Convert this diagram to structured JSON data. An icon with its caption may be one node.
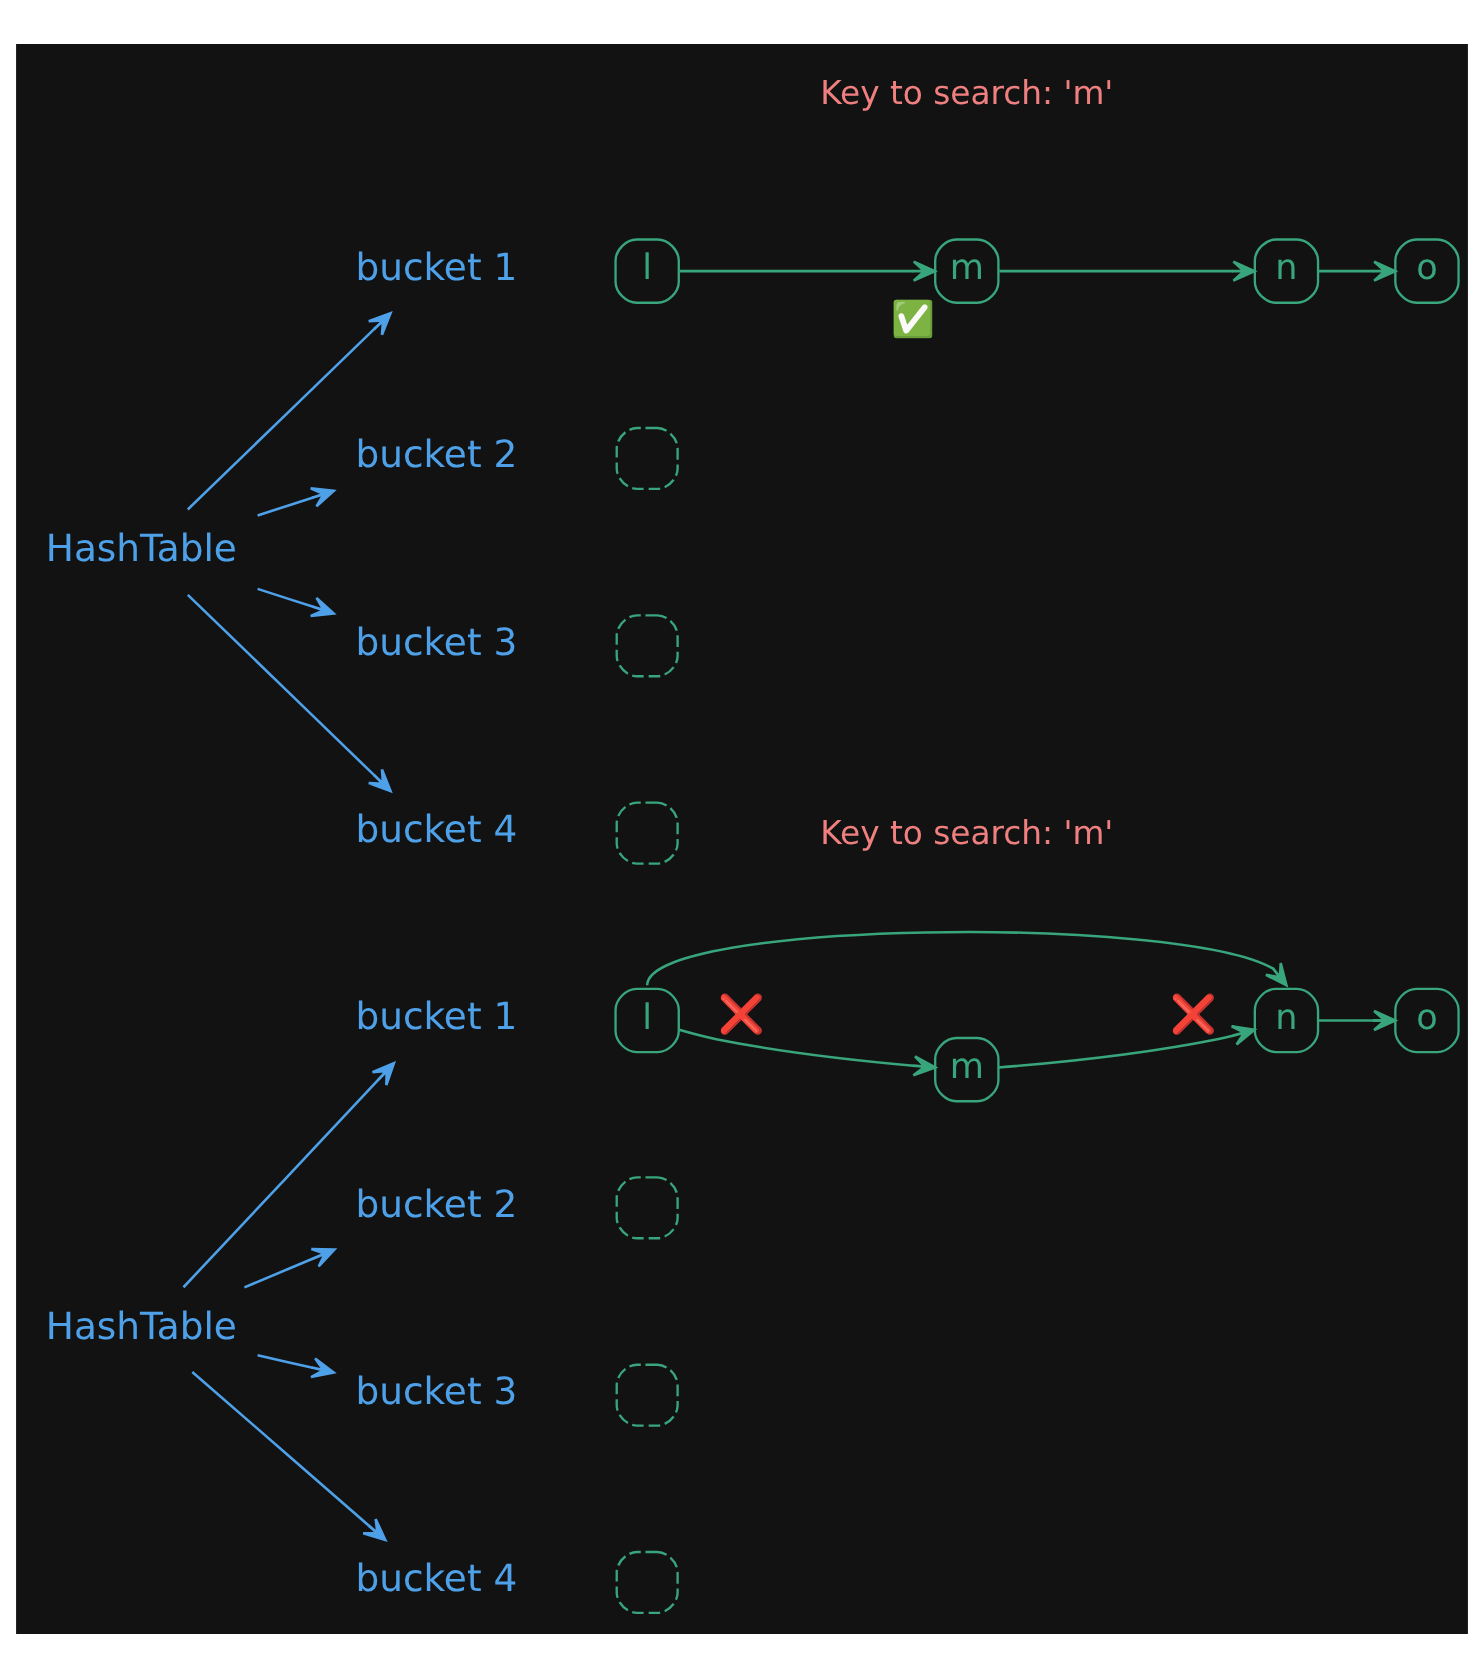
{
  "diagram": {
    "nodes": [
      {
        "text": [
          "HashTable"
        ]
      },
      {
        "text": [
          "bucket 1"
        ]
      },
      {
        "text": [
          "bucket 2"
        ]
      },
      {
        "text": [
          "bucket 3"
        ]
      },
      {
        "text": [
          "bucket 4"
        ]
      },
      {
        "text": [
          "l"
        ]
      },
      {
        "text": [
          "m"
        ],
        "beside": [
          "✅"
        ]
      },
      {
        "text": [
          "n"
        ]
      },
      {
        "text": [
          "o"
        ]
      },
      {
        "text": [],
        "shape": "box"
      },
      {
        "text": [],
        "shape": "box"
      },
      {
        "text": [],
        "shape": "box"
      },
      {
        "text": [
          "HashTable"
        ]
      },
      {
        "text": [
          "bucket 1"
        ]
      },
      {
        "text": [
          "bucket 2"
        ]
      },
      {
        "text": [
          "bucket 3"
        ]
      },
      {
        "text": [
          "bucket 4"
        ]
      },
      {
        "text": [
          "l"
        ]
      },
      {
        "text": [
          "m"
        ]
      },
      {
        "text": [
          "n"
        ]
      },
      {
        "text": [
          "o"
        ]
      },
      {
        "text": [],
        "shape": "box"
      },
      {
        "text": [],
        "shape": "box"
      },
      {
        "text": [],
        "shape": "box"
      }
    ],
    "edges": [
      {
        "from": 0,
        "to": 1,
        "arrow": "to",
        "color": "#4ea1e8"
      },
      {
        "from": 0,
        "to": 2,
        "arrow": "to",
        "color": "#4ea1e8"
      },
      {
        "from": 0,
        "to": 3,
        "arrow": "to",
        "color": "#4ea1e8"
      },
      {
        "from": 0,
        "to": 4,
        "arrow": "to",
        "color": "#4ea1e8"
      },
      {
        "from": 5,
        "to": 6,
        "arrow": "to",
        "color": "#38a57c"
      },
      {
        "from": 6,
        "to": 7,
        "arrow": "to",
        "color": "#38a57c"
      },
      {
        "from": 7,
        "to": 8,
        "arrow": "to",
        "color": "#38a57c"
      },
      {
        "from": 12,
        "to": 13,
        "arrow": "to",
        "color": "#4ea1e8"
      },
      {
        "from": 12,
        "to": 14,
        "arrow": "to",
        "color": "#4ea1e8"
      },
      {
        "from": 12,
        "to": 15,
        "arrow": "to",
        "color": "#4ea1e8"
      },
      {
        "from": 12,
        "to": 16,
        "arrow": "to",
        "color": "#4ea1e8"
      },
      {
        "from": 17,
        "to": 19,
        "arrow": "to",
        "color": "#38a57c"
      },
      {
        "from": 17,
        "to": 18,
        "arrow": "to",
        "label": "❌",
        "color": "#38a57c"
      },
      {
        "from": 18,
        "to": 19,
        "arrow": "to",
        "label": "❌",
        "color": "#38a57c"
      },
      {
        "from": 19,
        "to": 20,
        "arrow": "to",
        "color": "#38a57c"
      }
    ],
    "labels": [
      "Key to search: 'm'",
      "Key to search: 'm'"
    ]
  }
}
